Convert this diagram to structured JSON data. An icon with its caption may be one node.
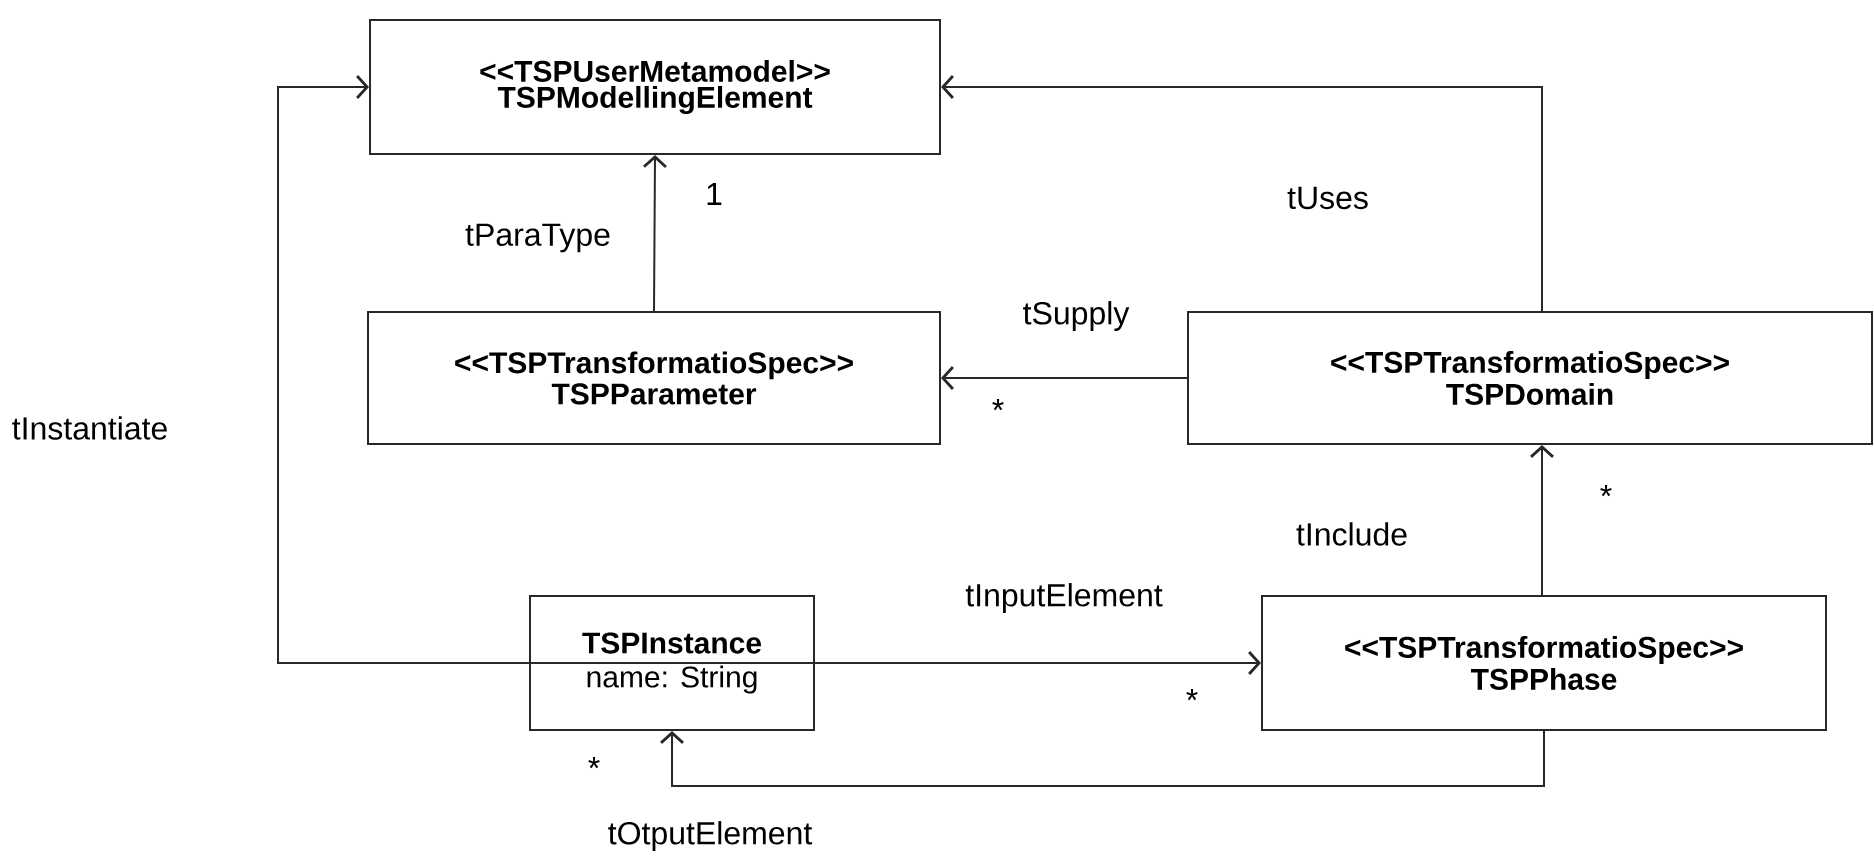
{
  "diagram": {
    "nodes": [
      {
        "text": [
          "<<TSPUserMetamodel>>",
          "TSPModellingElement"
        ]
      },
      {
        "text": [
          "<<TSPTransformatioSpec>>",
          "TSPParameter"
        ]
      },
      {
        "text": [
          "<<TSPTransformatioSpec>>",
          "TSPDomain"
        ]
      },
      {
        "text": [
          "TSPInstance",
          "name: String"
        ]
      },
      {
        "text": [
          "<<TSPTransformatioSpec>>",
          "TSPPhase"
        ]
      }
    ],
    "edges": [
      {
        "from": 3,
        "to": 0,
        "arrow": "to",
        "label": "tInstantiate"
      },
      {
        "from": 1,
        "to": 0,
        "arrow": "to",
        "label": "tParaType"
      },
      {
        "from": 2,
        "to": 0,
        "arrow": "to",
        "label": "tUses"
      },
      {
        "from": 2,
        "to": 1,
        "arrow": "to",
        "label": "tSupply"
      },
      {
        "from": 4,
        "to": 2,
        "arrow": "to",
        "label": "tInclude"
      },
      {
        "from": 3,
        "to": 4,
        "arrow": "to",
        "label": "tInputElement"
      },
      {
        "from": 4,
        "to": 3,
        "arrow": "to",
        "label": "tOtputElement"
      }
    ],
    "labels": [
      "1",
      "*",
      "*",
      "*",
      "*"
    ]
  }
}
